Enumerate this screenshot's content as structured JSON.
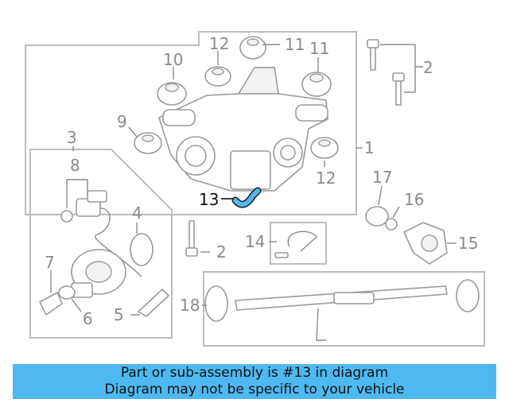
{
  "diagram": {
    "highlight_color": "#4fb8f1",
    "callouts": {
      "c1": "1",
      "c2a": "2",
      "c2b": "2",
      "c3": "3",
      "c4": "4",
      "c5": "5",
      "c6": "6",
      "c7": "7",
      "c8": "8",
      "c9": "9",
      "c10": "10",
      "c11a": "11",
      "c11b": "11",
      "c12a": "12",
      "c12b": "12",
      "c13": "13",
      "c14": "14",
      "c15": "15",
      "c16": "16",
      "c17": "17",
      "c18": "18"
    }
  },
  "banner": {
    "line1": "Part or sub-assembly is #13 in diagram",
    "line2": "Diagram may not be specific to your vehicle"
  }
}
